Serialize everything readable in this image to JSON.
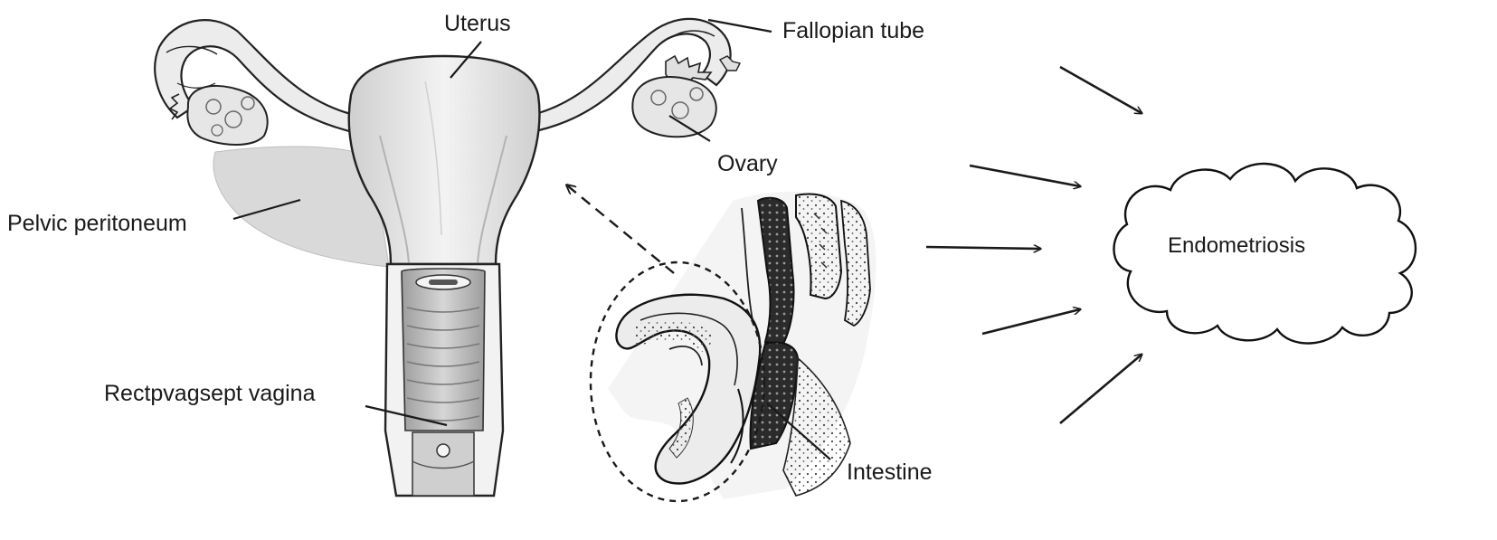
{
  "labels": {
    "uterus": "Uterus",
    "fallopian_tube": "Fallopian tube",
    "ovary": "Ovary",
    "pelvic_peritoneum": "Pelvic peritoneum",
    "rectovaginal_septum_vagina": "Rectpvagsept vagina",
    "intestine": "Intestine",
    "endometriosis": "Endometriosis"
  },
  "colors": {
    "ink": "#1a1a1a",
    "tissue_fill": "#e9e9e9",
    "tissue_shade": "#cfcfcf",
    "peritoneum_fill": "#d9d9d9",
    "bowel_dark": "#2b2b2b"
  }
}
